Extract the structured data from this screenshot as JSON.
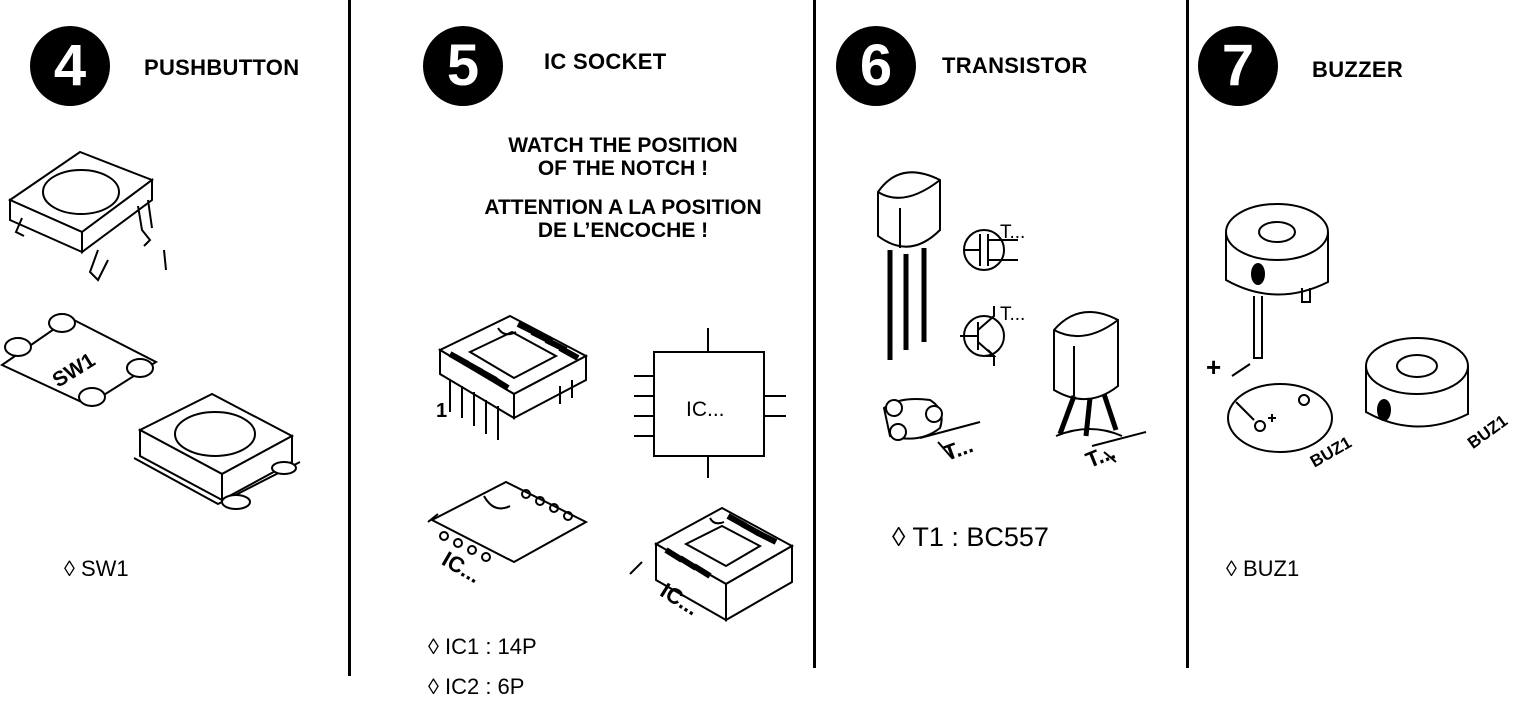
{
  "steps": [
    {
      "number": "4",
      "title": "PUSHBUTTON"
    },
    {
      "number": "5",
      "title": "IC SOCKET"
    },
    {
      "number": "6",
      "title": "TRANSISTOR"
    },
    {
      "number": "7",
      "title": "BUZZER"
    }
  ],
  "notch_warning": {
    "en_line1": "WATCH THE POSITION",
    "en_line2": "OF THE NOTCH !",
    "fr_line1": "ATTENTION A LA POSITION",
    "fr_line2": "DE L’ENCOCHE !"
  },
  "diagram_labels": {
    "sw1": "SW1",
    "pin1": "1",
    "ic": "IC...",
    "t": "T...",
    "plus": "+",
    "buz1": "BUZ1"
  },
  "parts": {
    "pushbutton": "◊ SW1",
    "ic1": "◊ IC1 : 14P",
    "ic2": "◊ IC2 : 6P",
    "transistor": "◊ T1 : BC557",
    "buzzer": "◊ BUZ1"
  }
}
